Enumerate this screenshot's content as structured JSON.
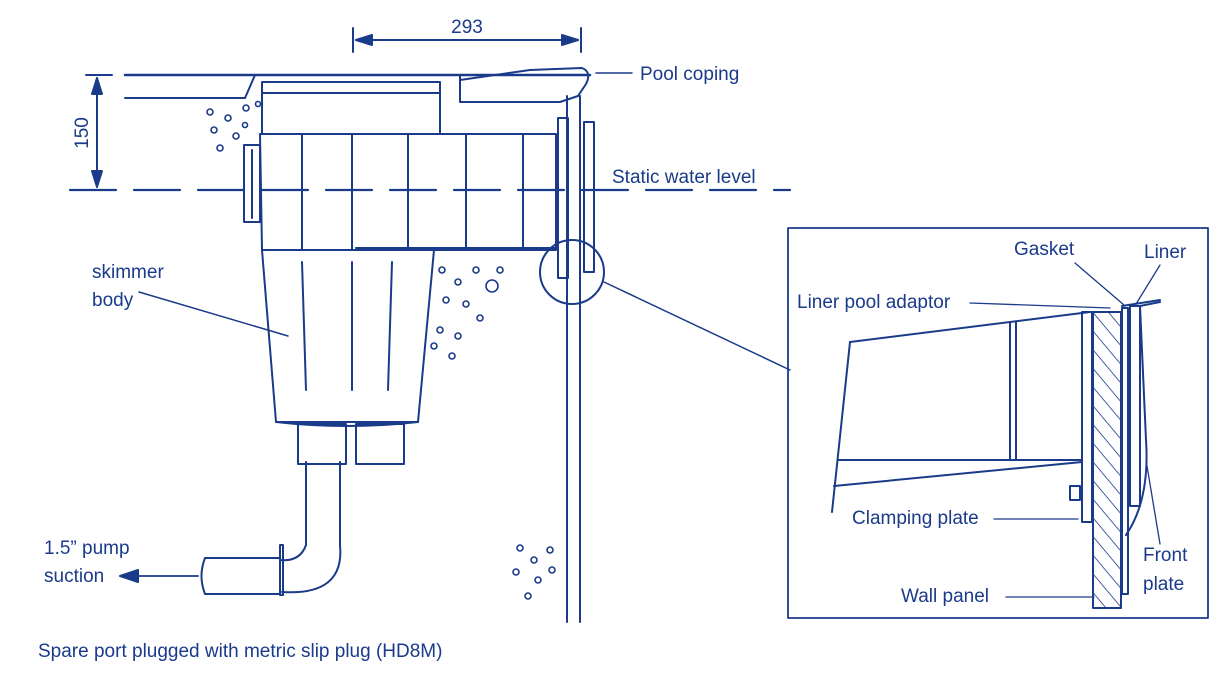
{
  "dimensions": {
    "width_label": "293",
    "height_label": "150"
  },
  "labels": {
    "pool_coping": "Pool coping",
    "static_water_level": "Static water level",
    "skimmer_body_line1": "skimmer",
    "skimmer_body_line2": "body",
    "pump_suction_line1": "1.5” pump",
    "pump_suction_line2": "suction",
    "caption": "Spare port plugged with metric slip plug (HD8M)"
  },
  "detail": {
    "gasket": "Gasket",
    "liner": "Liner",
    "liner_pool_adaptor": "Liner pool adaptor",
    "clamping_plate": "Clamping plate",
    "front_plate_line1": "Front",
    "front_plate_line2": "plate",
    "wall_panel": "Wall panel"
  },
  "colors": {
    "ink": "#1a3a8a",
    "background": "#ffffff"
  }
}
